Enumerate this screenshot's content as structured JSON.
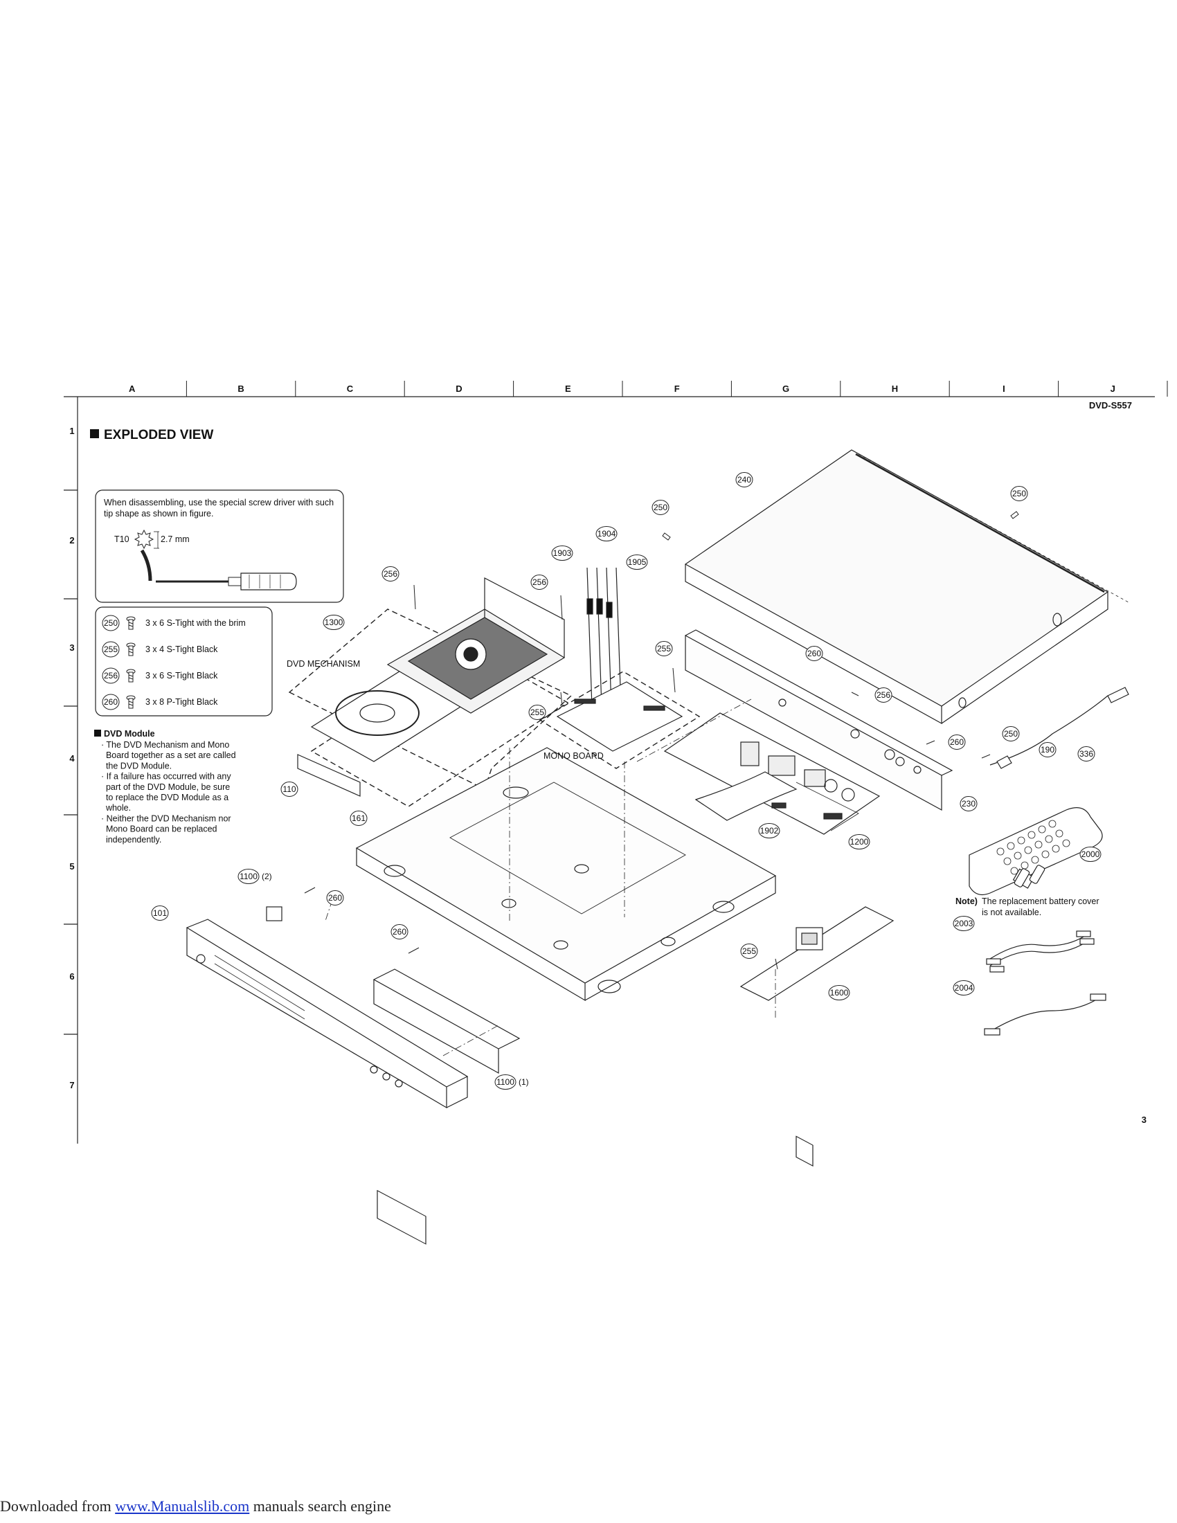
{
  "header": {
    "model": "DVD-S557",
    "title": "EXPLODED VIEW",
    "page_number": "3"
  },
  "grid": {
    "columns": [
      "A",
      "B",
      "C",
      "D",
      "E",
      "F",
      "G",
      "H",
      "I",
      "J"
    ],
    "rows": [
      "1",
      "2",
      "3",
      "4",
      "5",
      "6",
      "7"
    ]
  },
  "tool_note": {
    "text_line1": "When disassembling, use the special screw driver with such",
    "text_line2": "tip shape as shown in figure.",
    "tip_label": "T10",
    "tip_size": "2.7 mm"
  },
  "screw_legend": [
    {
      "ref": "250",
      "desc": "3 x 6  S-Tight  with the brim"
    },
    {
      "ref": "255",
      "desc": "3 x 4  S-Tight  Black"
    },
    {
      "ref": "256",
      "desc": "3 x 6  S-Tight  Black"
    },
    {
      "ref": "260",
      "desc": "3 x 8  P-Tight  Black"
    }
  ],
  "dvd_module": {
    "heading": "DVD Module",
    "lines": [
      "· The DVD Mechanism and Mono",
      "  Board together as a set are called",
      "  the DVD Module.",
      "· If a failure has occurred with any",
      "  part of the DVD Module, be sure",
      "  to replace the DVD Module as a",
      "  whole.",
      "· Neither the DVD Mechanism nor",
      "  Mono Board can be replaced",
      "  independently."
    ]
  },
  "assembly_labels": {
    "dvd_mechanism": "DVD MECHANISM",
    "mono_board": "MONO BOARD"
  },
  "battery_note": {
    "prefix": "Note)",
    "line1": "The replacement battery cover",
    "line2": "is not available."
  },
  "callouts": [
    {
      "id": "240",
      "text": "240"
    },
    {
      "id": "250a",
      "text": "250"
    },
    {
      "id": "250b",
      "text": "250"
    },
    {
      "id": "250c",
      "text": "250"
    },
    {
      "id": "1904",
      "text": "1904"
    },
    {
      "id": "1903",
      "text": "1903"
    },
    {
      "id": "1905",
      "text": "1905"
    },
    {
      "id": "256a",
      "text": "256"
    },
    {
      "id": "256b",
      "text": "256"
    },
    {
      "id": "256c",
      "text": "256"
    },
    {
      "id": "1300",
      "text": "1300"
    },
    {
      "id": "255a",
      "text": "255"
    },
    {
      "id": "255b",
      "text": "255"
    },
    {
      "id": "255c",
      "text": "255"
    },
    {
      "id": "260a",
      "text": "260"
    },
    {
      "id": "260b",
      "text": "260"
    },
    {
      "id": "260c",
      "text": "260"
    },
    {
      "id": "260d",
      "text": "260"
    },
    {
      "id": "336",
      "text": "336"
    },
    {
      "id": "190",
      "text": "190"
    },
    {
      "id": "230",
      "text": "230"
    },
    {
      "id": "110",
      "text": "110"
    },
    {
      "id": "161",
      "text": "161"
    },
    {
      "id": "1902",
      "text": "1902"
    },
    {
      "id": "1200",
      "text": "1200"
    },
    {
      "id": "2000",
      "text": "2000"
    },
    {
      "id": "1100a",
      "text": "1100"
    },
    {
      "id": "101",
      "text": "101"
    },
    {
      "id": "1600",
      "text": "1600"
    },
    {
      "id": "2003",
      "text": "2003"
    },
    {
      "id": "2004",
      "text": "2004"
    },
    {
      "id": "1100b",
      "text": "1100"
    }
  ],
  "callout_suffixes": {
    "1100a": "(2)",
    "1100b": "(1)"
  },
  "footer": {
    "prefix": "Downloaded from ",
    "link_text": "www.Manualslib.com",
    "suffix": " manuals search engine"
  }
}
